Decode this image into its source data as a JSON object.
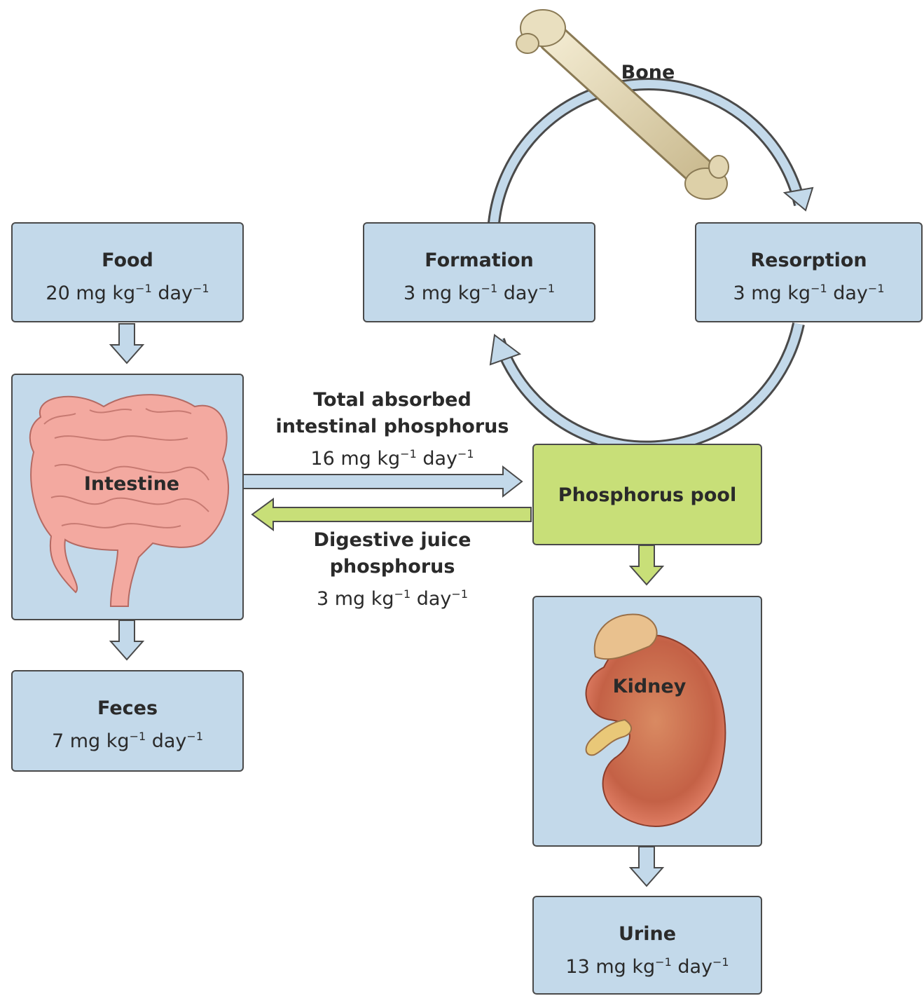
{
  "bone": {
    "label": "Bone"
  },
  "food": {
    "title": "Food",
    "rate": "20 mg kg",
    "unit_mid": " day"
  },
  "formation": {
    "title": "Formation",
    "rate": "3 mg kg",
    "unit_mid": " day"
  },
  "resorption": {
    "title": "Resorption",
    "rate": "3 mg kg",
    "unit_mid": " day"
  },
  "intestine": {
    "label": "Intestine"
  },
  "absorbed": {
    "line1": "Total absorbed",
    "line2": "intestinal phosphorus",
    "rate": "16 mg kg",
    "unit_mid": " day"
  },
  "digestive": {
    "line1": "Digestive juice",
    "line2": "phosphorus",
    "rate": "3 mg kg",
    "unit_mid": " day"
  },
  "pool": {
    "title": "Phosphorus pool"
  },
  "feces": {
    "title": "Feces",
    "rate": "7 mg kg",
    "unit_mid": " day"
  },
  "kidney": {
    "label": "Kidney"
  },
  "urine": {
    "title": "Urine",
    "rate": "13 mg kg",
    "unit_mid": " day"
  },
  "superscript": "−1",
  "colors": {
    "box_blue": "#c3d9ea",
    "pool_green": "#c8df78",
    "arrow_blue": "#c3d9ea",
    "arrow_green": "#c8df78",
    "outline": "#4a4a4a"
  }
}
